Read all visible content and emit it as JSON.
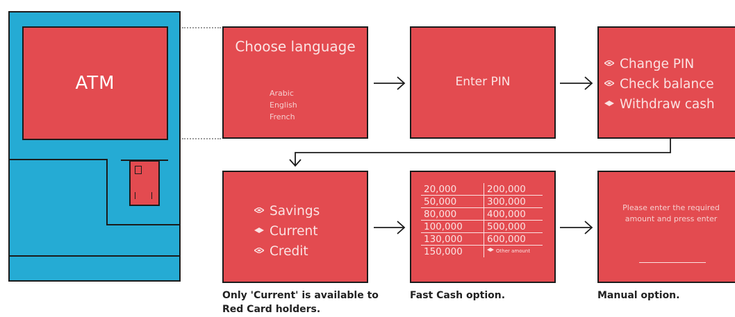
{
  "atm": {
    "label": "ATM"
  },
  "screens": {
    "language": {
      "title": "Choose language",
      "options": [
        "Arabic",
        "English",
        "French"
      ]
    },
    "pin": {
      "text": "Enter PIN"
    },
    "main_menu": {
      "items": [
        {
          "label": "Change PIN",
          "selected": false
        },
        {
          "label": "Check balance",
          "selected": false
        },
        {
          "label": "Withdraw cash",
          "selected": true
        }
      ]
    },
    "account": {
      "items": [
        {
          "label": "Savings",
          "selected": false
        },
        {
          "label": "Current",
          "selected": true
        },
        {
          "label": "Credit",
          "selected": false
        }
      ]
    },
    "fast_cash": {
      "rows": [
        [
          "20,000",
          "200,000"
        ],
        [
          "50,000",
          "300,000"
        ],
        [
          "80,000",
          "400,000"
        ],
        [
          "100,000",
          "500,000"
        ],
        [
          "130,000",
          "600,000"
        ]
      ],
      "last_left": "150,000",
      "other_label": "Other amount"
    },
    "manual": {
      "text": "Please enter the required amount and press enter"
    }
  },
  "captions": {
    "account": "Only 'Current' is available to Red Card holders.",
    "fast_cash": "Fast Cash option.",
    "manual": "Manual option."
  },
  "colors": {
    "atm_body": "#25abd4",
    "screen": "#e34b50",
    "outline": "#1b1b1b"
  }
}
